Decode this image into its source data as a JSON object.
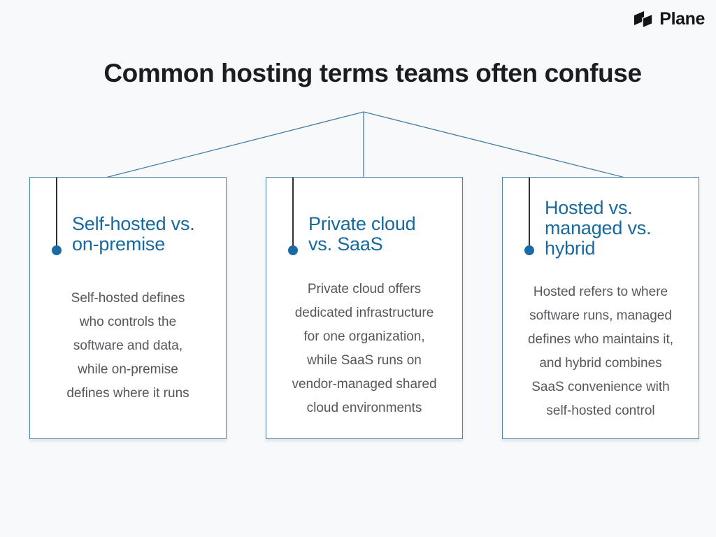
{
  "brand": {
    "name": "Plane",
    "logo_icon": "plane-panes-icon"
  },
  "title": "Common hosting terms teams often confuse",
  "cards": [
    {
      "heading": "Self-hosted vs.\non-premise",
      "body": "Self-hosted defines\nwho controls the\nsoftware and data,\nwhile on-premise\ndefines where it runs"
    },
    {
      "heading": "Private cloud\nvs. SaaS",
      "body": "Private cloud offers\ndedicated infrastructure\nfor one organization,\nwhile SaaS runs on\nvendor-managed shared\ncloud environments"
    },
    {
      "heading": "Hosted vs.\nmanaged vs.\nhybrid",
      "body": "Hosted refers to where\nsoftware runs, managed\ndefines who maintains it,\nand hybrid combines\nSaaS convenience with\nself-hosted control"
    }
  ],
  "colors": {
    "background": "#f8f9fa",
    "card_background": "#ffffff",
    "card_border": "#4e86aa",
    "connector_line": "#447ea8",
    "heading_blue": "#17699e",
    "dot_blue": "#1a6ba3",
    "marker_line_dark": "#2e3033",
    "body_text_gray": "#54575c",
    "title_text": "#1c1d1f",
    "brand_black": "#141519"
  }
}
